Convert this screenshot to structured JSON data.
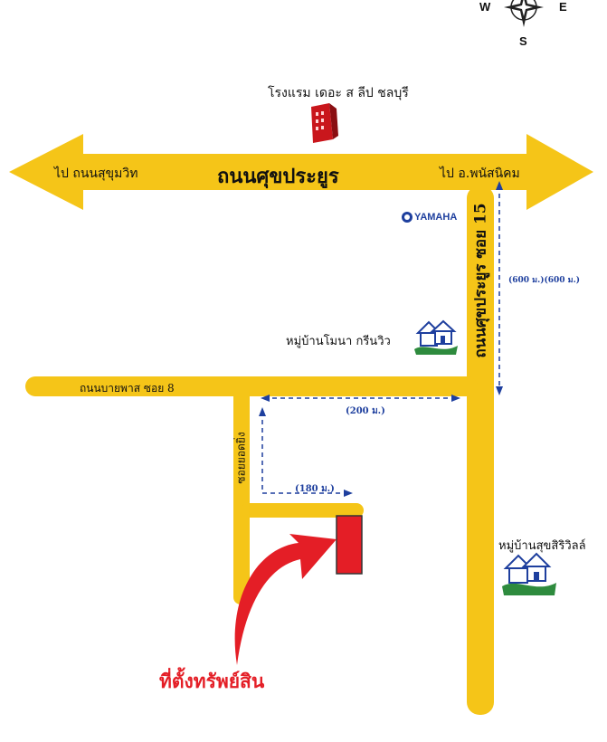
{
  "compass": {
    "north": "",
    "west": "W",
    "east": "E",
    "south": "S"
  },
  "hotel": {
    "name": "โรงแรม เดอะ ส ลีป ชลบุรี"
  },
  "main_road": {
    "name": "ถนนศุขประยูร",
    "left_direction": "ไป ถนนสุขุมวิท",
    "right_direction": "ไป อ.พนัสนิคม"
  },
  "brand": {
    "name": "YAMAHA"
  },
  "vertical_road": {
    "name": "ถนนศุขประยูร ซอย 15",
    "distance": "(600 ม.)(600 ม.)"
  },
  "side_road": {
    "name": "ถนนบายพาส ซอย 8",
    "distance": "(200 ม.)"
  },
  "alley": {
    "name": "ซอยยอดยิ่ง",
    "distance": "(180 ม.)"
  },
  "village1": {
    "name": "หมู่บ้านโมนา กรีนวิว"
  },
  "village2": {
    "name": "หมู่บ้านสุขสิริวิลล์"
  },
  "property": {
    "label": "ที่ตั้งทรัพย์สิน"
  },
  "colors": {
    "road": "#f5c518",
    "road_edge": "#e0a800",
    "arrow": "#e41e26",
    "marker": "#e41e26",
    "dim_line": "#1e3f9e"
  }
}
